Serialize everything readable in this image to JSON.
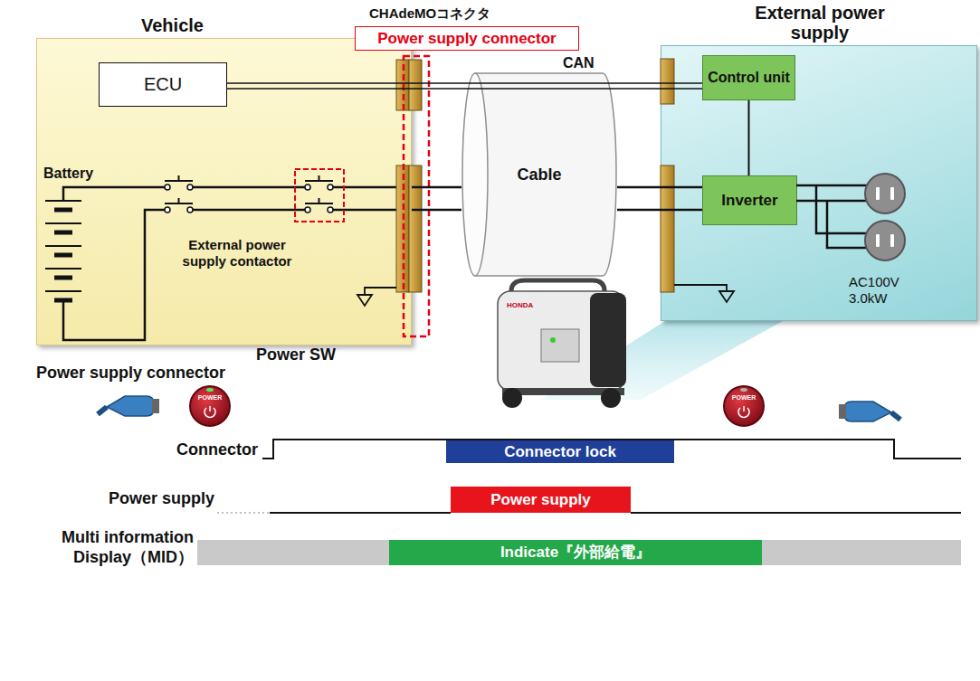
{
  "diagram": {
    "nodes": [
      {
        "text": [
          "Vehicle"
        ]
      },
      {
        "text": [
          "ECU"
        ],
        "in": 0
      },
      {
        "text": [
          "Power supply connector"
        ]
      },
      {
        "text": [
          "Cable"
        ]
      },
      {
        "text": [
          "External power supply"
        ]
      },
      {
        "text": [
          "Control unit"
        ],
        "in": 4
      },
      {
        "text": [
          "Inverter"
        ],
        "in": 4
      },
      {
        "text": [
          "Connector lock"
        ]
      },
      {
        "text": [
          "Power supply"
        ]
      },
      {
        "text": [
          "Indicate『外部給電』"
        ]
      }
    ],
    "edges": [
      {
        "from": 1,
        "to": 5,
        "label": "CAN",
        "arrow": "none"
      },
      {
        "from": 5,
        "to": 6,
        "arrow": "none"
      },
      {
        "from": 0,
        "to": 3,
        "arrow": "none"
      },
      {
        "from": 3,
        "to": 6,
        "arrow": "none"
      }
    ],
    "labels": [
      "CHAdeMOコネクタ",
      "Battery",
      "External power supply contactor",
      "AC100V 3.0kW",
      "Power SW",
      "Power supply connector",
      "POWER",
      "POWER",
      "HONDA",
      "Connector",
      "Power supply",
      "Multi information Display（MID）"
    ]
  }
}
